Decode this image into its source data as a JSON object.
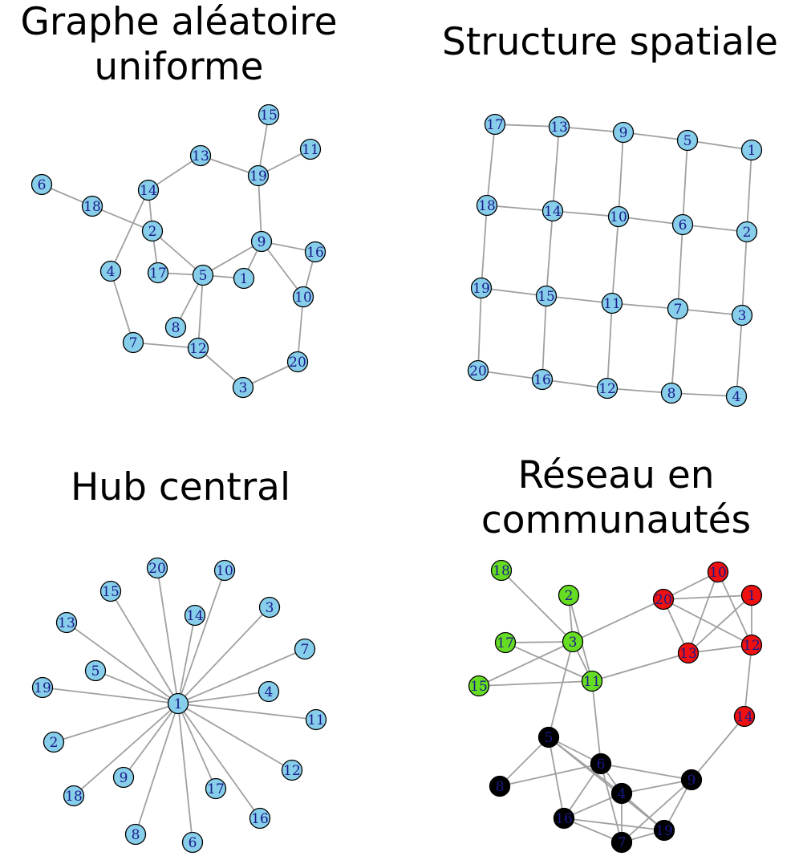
{
  "colors": {
    "edge": "#a0a0a0",
    "label": "#1a1a8c",
    "default_node": "#87ceeb",
    "green": "#66dd22",
    "red": "#ee1111",
    "black": "#000000"
  },
  "panels": [
    {
      "id": "random",
      "title": "Graphe aléatoire uniforme",
      "nodes": [
        "1",
        "2",
        "3",
        "4",
        "5",
        "6",
        "7",
        "8",
        "9",
        "10",
        "11",
        "12",
        "13",
        "14",
        "15",
        "16",
        "17",
        "18",
        "19",
        "20"
      ],
      "edges": [
        [
          "6",
          "18"
        ],
        [
          "18",
          "2"
        ],
        [
          "14",
          "13"
        ],
        [
          "13",
          "19"
        ],
        [
          "19",
          "15"
        ],
        [
          "19",
          "11"
        ],
        [
          "19",
          "9"
        ],
        [
          "14",
          "2"
        ],
        [
          "14",
          "4"
        ],
        [
          "2",
          "17"
        ],
        [
          "2",
          "5"
        ],
        [
          "17",
          "5"
        ],
        [
          "5",
          "9"
        ],
        [
          "5",
          "1"
        ],
        [
          "1",
          "9"
        ],
        [
          "9",
          "16"
        ],
        [
          "9",
          "10"
        ],
        [
          "16",
          "10"
        ],
        [
          "5",
          "8"
        ],
        [
          "5",
          "12"
        ],
        [
          "4",
          "7"
        ],
        [
          "7",
          "12"
        ],
        [
          "12",
          "3"
        ],
        [
          "3",
          "20"
        ],
        [
          "20",
          "10"
        ]
      ]
    },
    {
      "id": "spatial",
      "title": "Structure spatiale",
      "nodes": [
        "1",
        "2",
        "3",
        "4",
        "5",
        "6",
        "7",
        "8",
        "9",
        "10",
        "11",
        "12",
        "13",
        "14",
        "15",
        "16",
        "17",
        "18",
        "19",
        "20"
      ],
      "edges": [
        [
          "17",
          "13"
        ],
        [
          "13",
          "9"
        ],
        [
          "9",
          "5"
        ],
        [
          "5",
          "1"
        ],
        [
          "18",
          "14"
        ],
        [
          "14",
          "10"
        ],
        [
          "10",
          "6"
        ],
        [
          "6",
          "2"
        ],
        [
          "19",
          "15"
        ],
        [
          "15",
          "11"
        ],
        [
          "11",
          "7"
        ],
        [
          "7",
          "3"
        ],
        [
          "20",
          "16"
        ],
        [
          "16",
          "12"
        ],
        [
          "12",
          "8"
        ],
        [
          "8",
          "4"
        ],
        [
          "17",
          "18"
        ],
        [
          "18",
          "19"
        ],
        [
          "19",
          "20"
        ],
        [
          "13",
          "14"
        ],
        [
          "14",
          "15"
        ],
        [
          "15",
          "16"
        ],
        [
          "9",
          "10"
        ],
        [
          "10",
          "11"
        ],
        [
          "11",
          "12"
        ],
        [
          "5",
          "6"
        ],
        [
          "6",
          "7"
        ],
        [
          "7",
          "8"
        ],
        [
          "1",
          "2"
        ],
        [
          "2",
          "3"
        ],
        [
          "3",
          "4"
        ]
      ]
    },
    {
      "id": "hub",
      "title": "Hub central",
      "nodes": [
        "1",
        "2",
        "3",
        "4",
        "5",
        "6",
        "7",
        "8",
        "9",
        "10",
        "11",
        "12",
        "13",
        "14",
        "15",
        "16",
        "17",
        "18",
        "19",
        "20"
      ],
      "edges": [
        [
          "1",
          "2"
        ],
        [
          "1",
          "3"
        ],
        [
          "1",
          "4"
        ],
        [
          "1",
          "5"
        ],
        [
          "1",
          "6"
        ],
        [
          "1",
          "7"
        ],
        [
          "1",
          "8"
        ],
        [
          "1",
          "9"
        ],
        [
          "1",
          "10"
        ],
        [
          "1",
          "11"
        ],
        [
          "1",
          "12"
        ],
        [
          "1",
          "13"
        ],
        [
          "1",
          "14"
        ],
        [
          "1",
          "15"
        ],
        [
          "1",
          "16"
        ],
        [
          "1",
          "17"
        ],
        [
          "1",
          "18"
        ],
        [
          "1",
          "19"
        ],
        [
          "1",
          "20"
        ]
      ]
    },
    {
      "id": "communities",
      "title": "Réseau en communautés",
      "nodes": [
        "1",
        "2",
        "3",
        "4",
        "5",
        "6",
        "7",
        "8",
        "9",
        "10",
        "11",
        "12",
        "13",
        "14",
        "15",
        "16",
        "17",
        "18",
        "19",
        "20"
      ],
      "groups": {
        "green": [
          "2",
          "3",
          "11",
          "15",
          "17",
          "18"
        ],
        "red": [
          "1",
          "10",
          "12",
          "13",
          "14",
          "20"
        ],
        "black": [
          "4",
          "5",
          "6",
          "7",
          "8",
          "9",
          "16",
          "19"
        ]
      },
      "edges": [
        [
          "18",
          "3"
        ],
        [
          "2",
          "3"
        ],
        [
          "2",
          "11"
        ],
        [
          "17",
          "3"
        ],
        [
          "17",
          "11"
        ],
        [
          "15",
          "3"
        ],
        [
          "15",
          "11"
        ],
        [
          "3",
          "11"
        ],
        [
          "3",
          "20"
        ],
        [
          "11",
          "13"
        ],
        [
          "20",
          "10"
        ],
        [
          "20",
          "1"
        ],
        [
          "20",
          "13"
        ],
        [
          "20",
          "12"
        ],
        [
          "10",
          "13"
        ],
        [
          "10",
          "12"
        ],
        [
          "1",
          "13"
        ],
        [
          "1",
          "12"
        ],
        [
          "13",
          "12"
        ],
        [
          "12",
          "14"
        ],
        [
          "14",
          "9"
        ],
        [
          "3",
          "5"
        ],
        [
          "11",
          "6"
        ],
        [
          "5",
          "8"
        ],
        [
          "5",
          "6"
        ],
        [
          "5",
          "4"
        ],
        [
          "5",
          "16"
        ],
        [
          "5",
          "19"
        ],
        [
          "8",
          "6"
        ],
        [
          "6",
          "4"
        ],
        [
          "6",
          "9"
        ],
        [
          "6",
          "7"
        ],
        [
          "4",
          "16"
        ],
        [
          "4",
          "7"
        ],
        [
          "4",
          "19"
        ],
        [
          "4",
          "9"
        ],
        [
          "16",
          "7"
        ],
        [
          "16",
          "19"
        ],
        [
          "16",
          "6"
        ],
        [
          "7",
          "19"
        ],
        [
          "7",
          "9"
        ],
        [
          "19",
          "9"
        ]
      ]
    }
  ]
}
